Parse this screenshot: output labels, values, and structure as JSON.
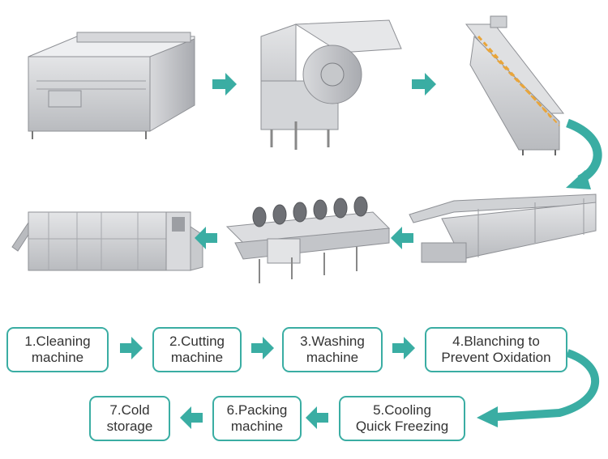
{
  "accent_color": "#3aada3",
  "steps": [
    {
      "label": "1.Cleaning\nmachine"
    },
    {
      "label": "2.Cutting\nmachine"
    },
    {
      "label": "3.Washing\nmachine"
    },
    {
      "label": "4.Blanching to\nPrevent Oxidation"
    },
    {
      "label": "5.Cooling\nQuick Freezing"
    },
    {
      "label": "6.Packing\nmachine"
    },
    {
      "label": "7.Cold\nstorage"
    }
  ],
  "machines": [
    {
      "icon": "peeling-cleaning-machine-icon"
    },
    {
      "icon": "cutting-machine-icon"
    },
    {
      "icon": "bubble-washing-machine-icon"
    },
    {
      "icon": "blanching-machine-icon"
    },
    {
      "icon": "dewatering-cooling-machine-icon"
    },
    {
      "icon": "cold-storage-unit-icon"
    }
  ]
}
